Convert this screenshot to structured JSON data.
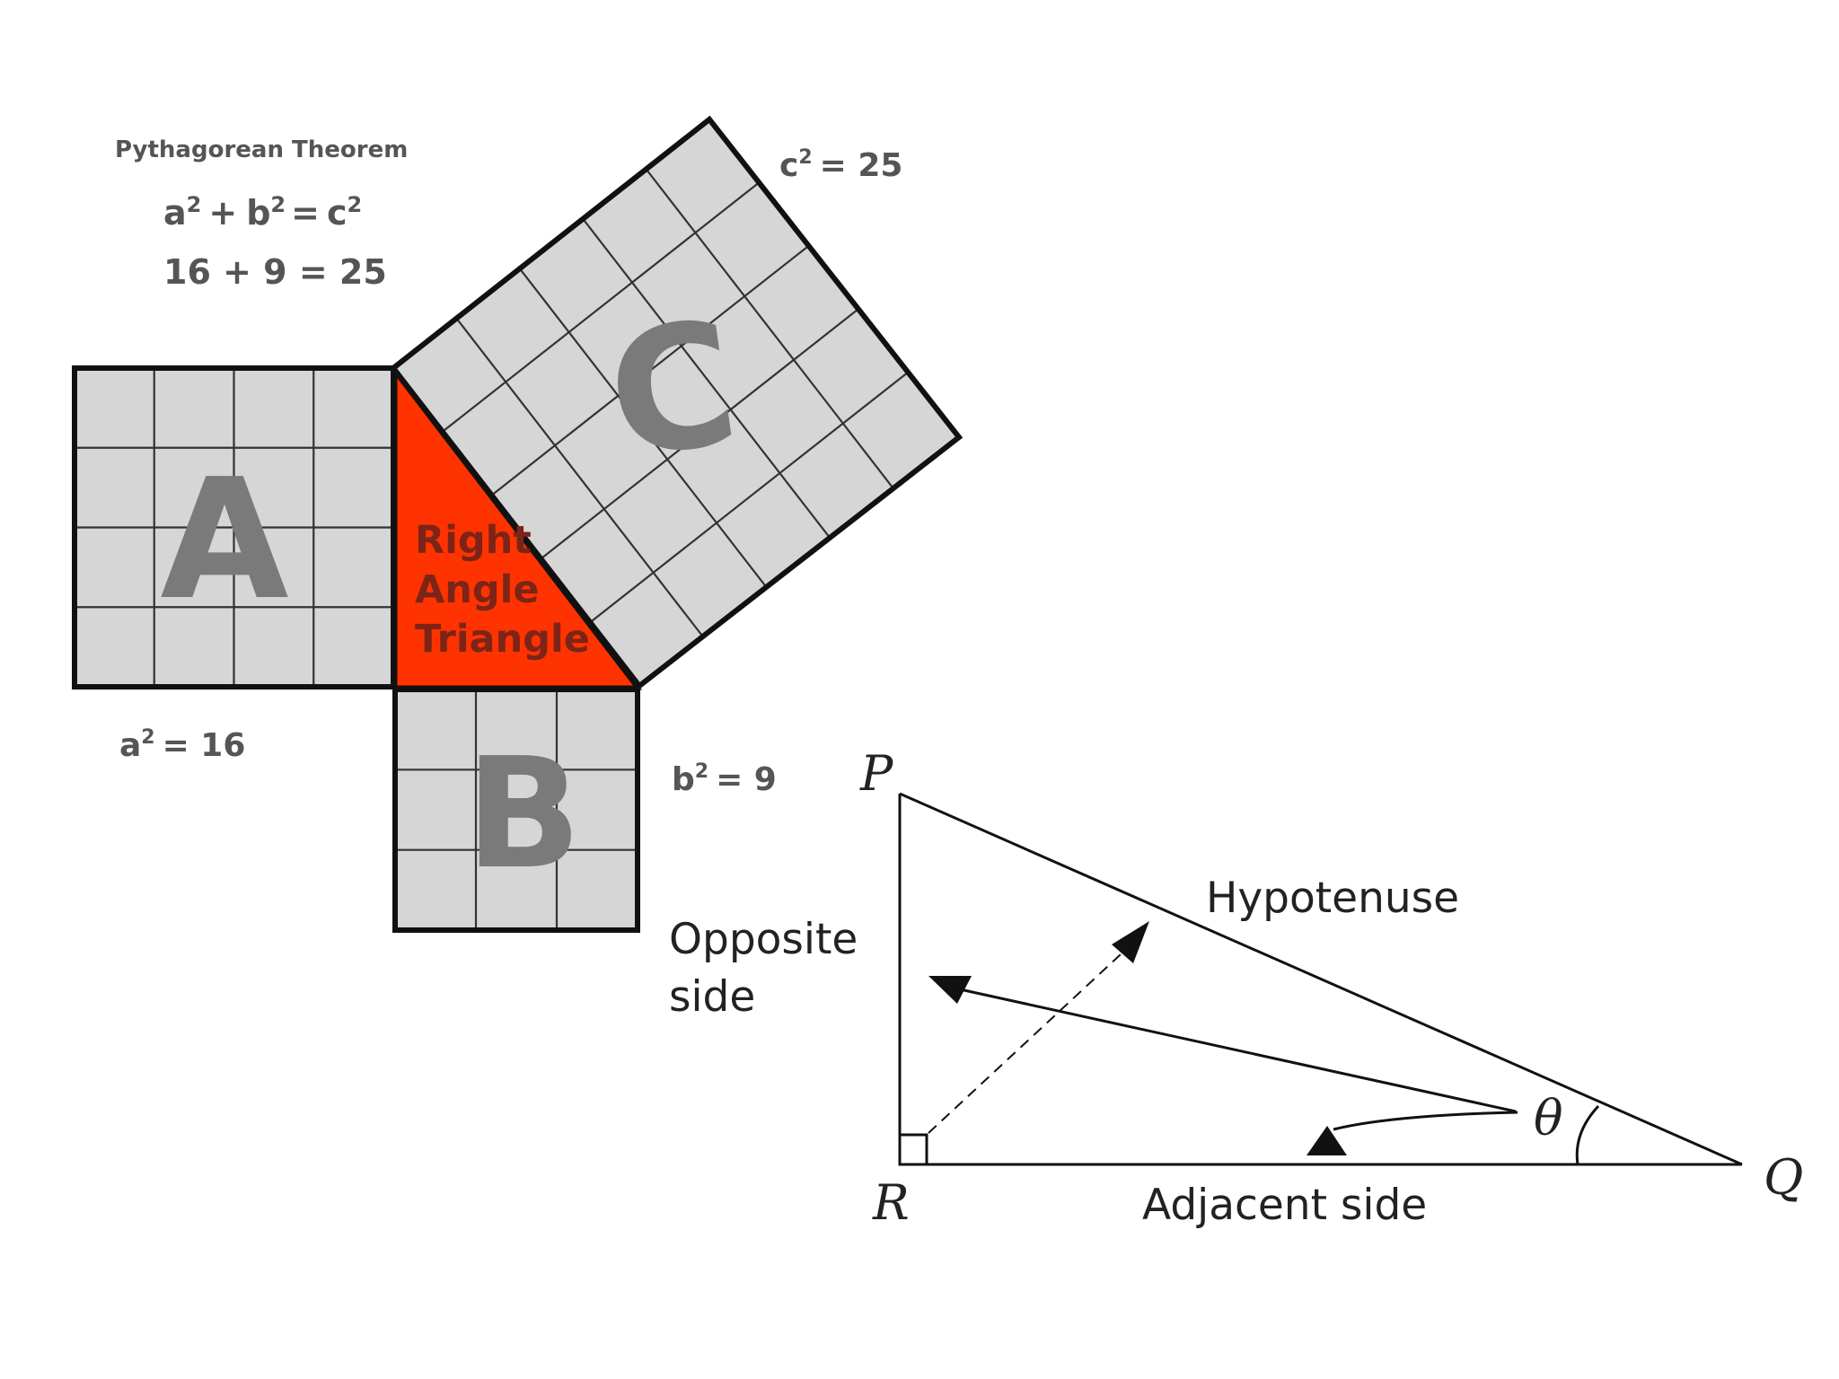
{
  "pythagorean": {
    "heading": "Pythagorean Theorem",
    "equation": {
      "a": "a",
      "b": "b",
      "c": "c",
      "exp": "2",
      "plus": "+",
      "eq": "="
    },
    "numeric": "16 + 9 = 25",
    "square_a": {
      "letter": "A",
      "area_var": "a",
      "area_value": "= 16",
      "grid": 4
    },
    "square_b": {
      "letter": "B",
      "area_var": "b",
      "area_value": "= 9",
      "grid": 3
    },
    "square_c": {
      "letter": "C",
      "area_var": "c",
      "area_value": "= 25",
      "grid": 5
    },
    "triangle": {
      "line1": "Right",
      "line2": "Angle",
      "line3": "Triangle",
      "color": "#ff3300"
    },
    "square_fill_color": "#d6d6d6"
  },
  "trig_triangle": {
    "vertex_p": "P",
    "vertex_q": "Q",
    "vertex_r": "R",
    "angle": "θ",
    "hypotenuse": "Hypotenuse",
    "opposite_line1": "Opposite",
    "opposite_line2": "side",
    "adjacent": "Adjacent side"
  }
}
